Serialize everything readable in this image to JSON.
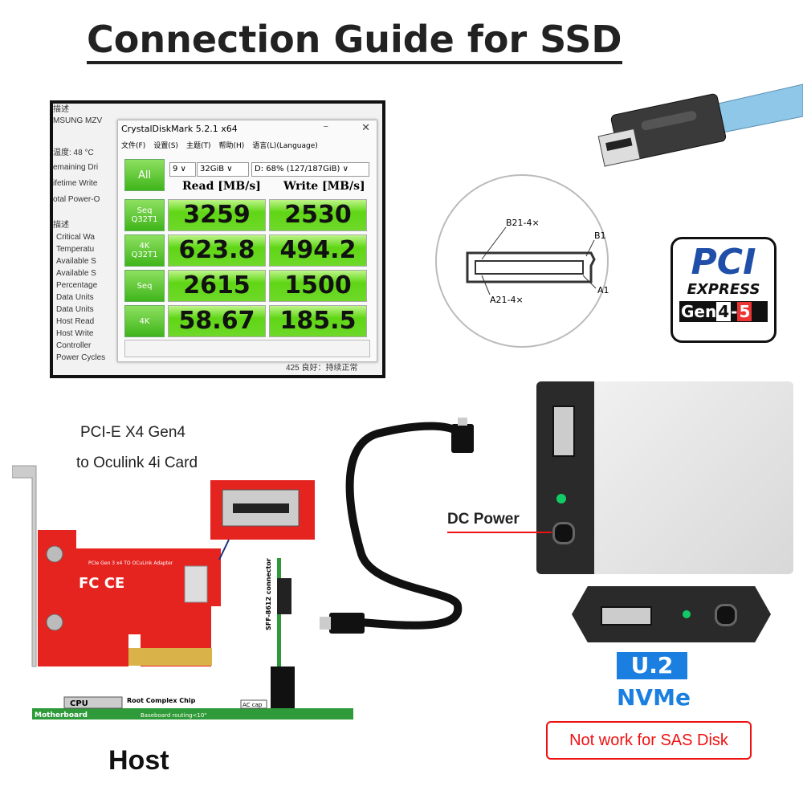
{
  "title": "Connection Guide for SSD",
  "benchmark": {
    "background_lines": [
      "描述",
      "MSUNG MZV",
      "温度: 48 °C",
      "emaining Dri",
      "ifetime Write",
      "otal Power-O",
      "描述",
      "Critical Wa",
      "Temperatu",
      "Available S",
      "Available S",
      "Percentage",
      "Data Units",
      "Data Units",
      "Host Read",
      "Host Write",
      "Controller",
      "Power Cycles"
    ],
    "background_right": "425   良好：持续正常",
    "window_title": "CrystalDiskMark 5.2.1 x64",
    "menu": [
      "文件(F)",
      "设置(S)",
      "主题(T)",
      "帮助(H)",
      "语言(L)(Language)"
    ],
    "all_button": "All",
    "count": "9",
    "size": "32GiB",
    "drive": "D: 68% (127/187GiB)",
    "read_header": "Read [MB/s]",
    "write_header": "Write [MB/s]",
    "rows": [
      {
        "label": "Seq Q32T1",
        "read": "3259",
        "write": "2530"
      },
      {
        "label": "4K Q32T1",
        "read": "623.8",
        "write": "494.2"
      },
      {
        "label": "Seq",
        "read": "2615",
        "write": "1500"
      },
      {
        "label": "4K",
        "read": "58.67",
        "write": "185.5"
      }
    ]
  },
  "pinout": {
    "top_left": "B21-4×",
    "top_right": "B1",
    "bottom_left": "A21-4×",
    "bottom_right": "A1"
  },
  "pci_logo": {
    "pci": "PCI",
    "express": "EXPRESS",
    "gen": "Gen",
    "gen_a": "4",
    "gen_b": "5"
  },
  "host_card": {
    "line1": "PCI-E X4 Gen4",
    "line2": "to Oculink 4i Card",
    "board_text": "PCIe Gen 3 x4 TO OCuLink Adapter"
  },
  "motherboard": {
    "cpu": "CPU",
    "chip": "Root Complex Chip",
    "board": "Motherboard",
    "routing": "Baseboard routing<10\"",
    "ac_cap": "AC cap",
    "connector": "SFF-8612 connector"
  },
  "host_label": "Host",
  "dc_power": "DC Power",
  "u2": {
    "badge": "U.2",
    "nvme": "NVMe",
    "warning": "Not work for SAS Disk"
  },
  "colors": {
    "green_bar": "#5fd615",
    "red_card": "#e52420",
    "u2_blue": "#1a7fe0",
    "warning_red": "#e11",
    "motherboard_green": "#2e9a3a"
  }
}
